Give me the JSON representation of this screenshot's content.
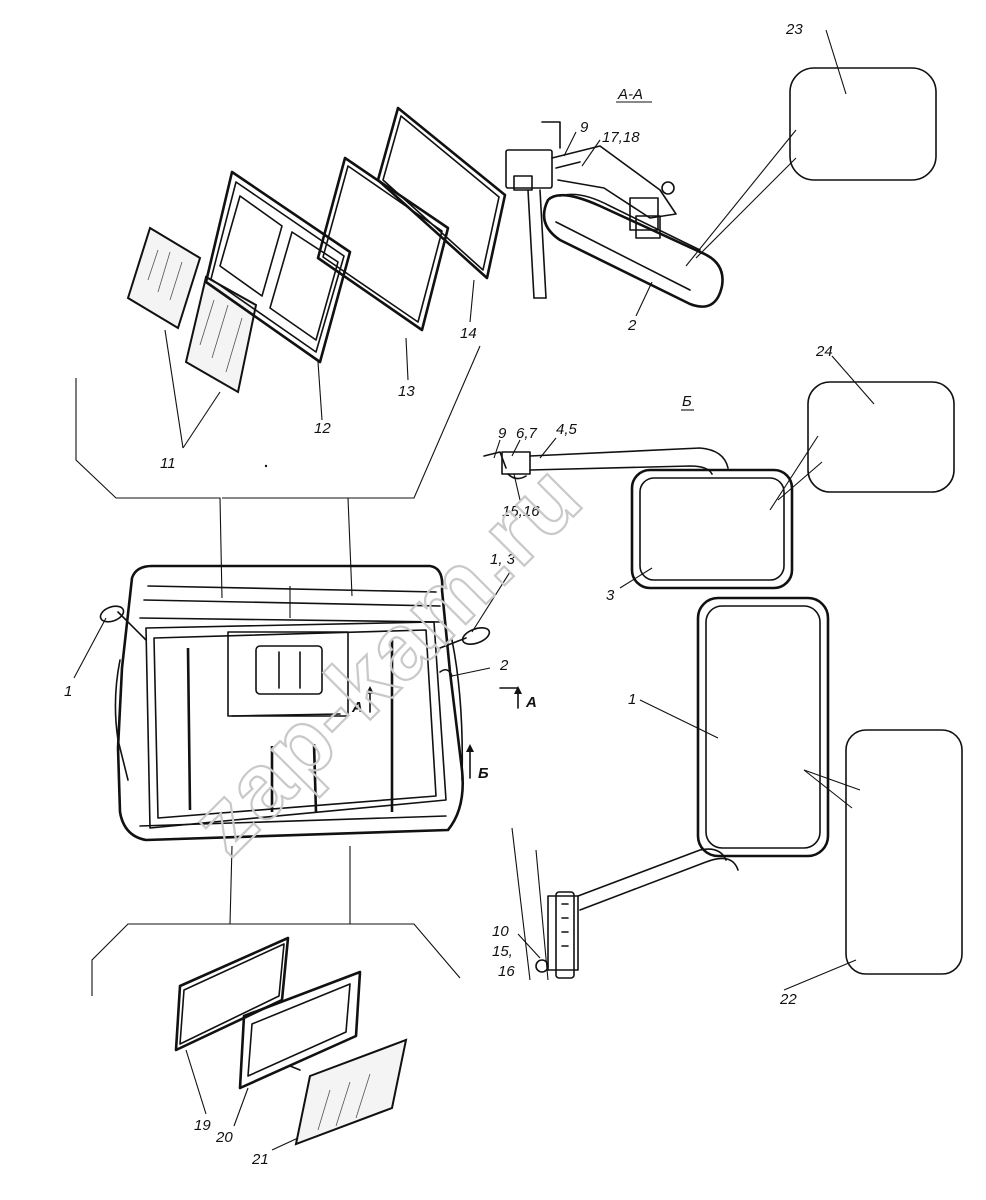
{
  "labels": {
    "n1": "1",
    "n1_3": "1, 3",
    "n2": "2",
    "n3": "3",
    "n4_5": "4,5",
    "n6_7": "6,7",
    "n9": "9",
    "n10": "10",
    "n11": "11",
    "n12": "12",
    "n13": "13",
    "n14": "14",
    "n15_16": "15,16",
    "n15": "15,",
    "n16": "16",
    "n17_18": "17,18",
    "n19": "19",
    "n20": "20",
    "n21": "21",
    "n22": "22",
    "n23": "23",
    "n24": "24"
  },
  "sections": {
    "aa_title": "А-А",
    "a_letter": "А",
    "b_title": "Б",
    "b_letter": "Б"
  },
  "watermark": "zap-kam.ru"
}
